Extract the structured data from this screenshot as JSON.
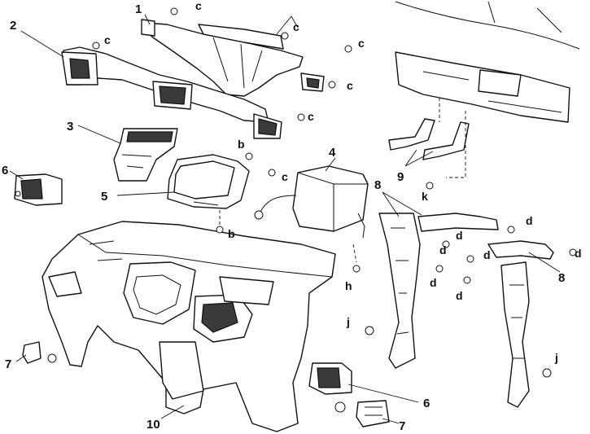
{
  "labels": {
    "n1": "1",
    "n2": "2",
    "n3": "3",
    "n4": "4",
    "n5": "5",
    "n6": "6",
    "n7": "7",
    "n8": "8",
    "n9": "9",
    "n10": "10",
    "b": "b",
    "c": "c",
    "d": "d",
    "h": "h",
    "j": "j",
    "k": "k"
  }
}
